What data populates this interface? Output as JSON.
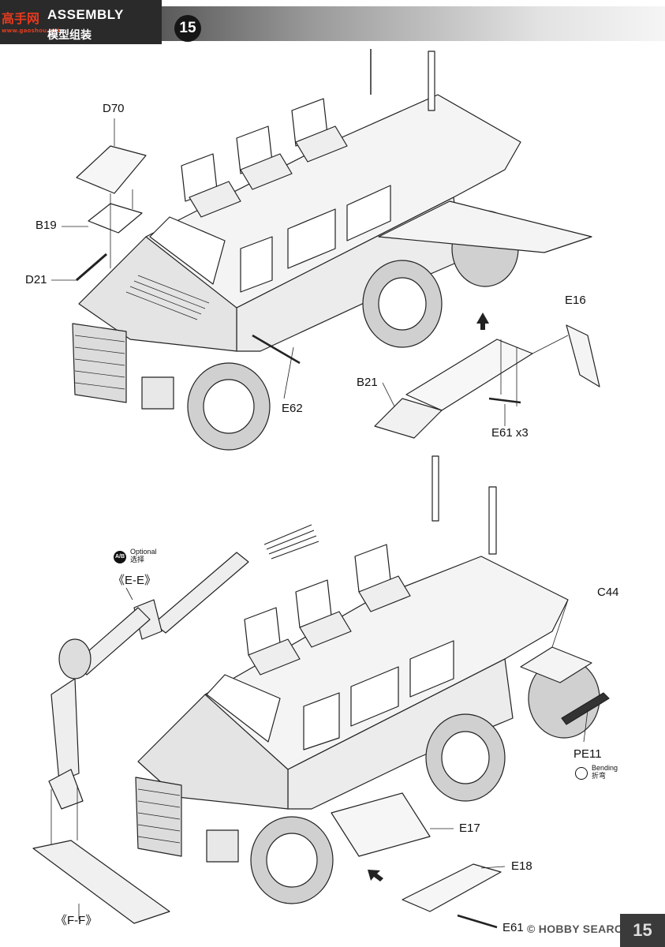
{
  "header": {
    "logo_text": "高手网",
    "logo_sub": "www.gaoshou.net",
    "title": "ASSEMBLY",
    "subtitle": "模型组装",
    "step_number": "15"
  },
  "labels": {
    "d70": "D70",
    "b19": "B19",
    "d21": "D21",
    "e16": "E16",
    "b21": "B21",
    "e62": "E62",
    "e61_x3": "E61 x3",
    "optional_en": "Optional",
    "optional_cn": "选择",
    "optional_icon": "A/B",
    "ee": "《E-E》",
    "c44": "C44",
    "pe11": "PE11",
    "bending_en": "Bending",
    "bending_cn": "折弯",
    "e17": "E17",
    "e18": "E18",
    "ff": "《F-F》",
    "e61": "E61"
  },
  "footer": {
    "watermark": "© HOBBY SEARCH",
    "page_number": "15"
  },
  "icons": [
    "optional-ab-icon",
    "bending-icon",
    "arrow-up-icon"
  ]
}
